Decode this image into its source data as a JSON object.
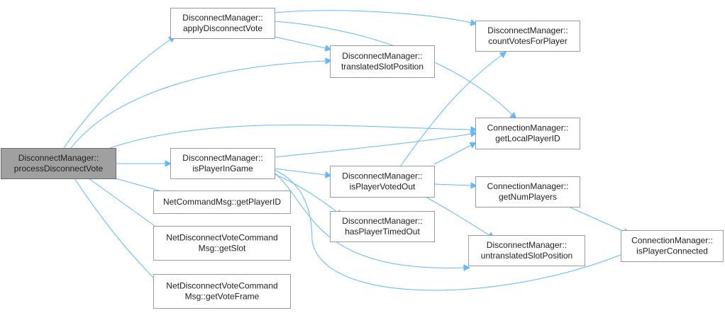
{
  "graph": {
    "nodes": {
      "processDisconnectVote": [
        "DisconnectManager::",
        "processDisconnectVote"
      ],
      "applyDisconnectVote": [
        "DisconnectManager::",
        "applyDisconnectVote"
      ],
      "countVotesForPlayer": [
        "DisconnectManager::",
        "countVotesForPlayer"
      ],
      "translatedSlotPosition": [
        "DisconnectManager::",
        "translatedSlotPosition"
      ],
      "getLocalPlayerID": [
        "ConnectionManager::",
        "getLocalPlayerID"
      ],
      "isPlayerInGame": [
        "DisconnectManager::",
        "isPlayerInGame"
      ],
      "isPlayerVotedOut": [
        "DisconnectManager::",
        "isPlayerVotedOut"
      ],
      "getNumPlayers": [
        "ConnectionManager::",
        "getNumPlayers"
      ],
      "getPlayerID": [
        "NetCommandMsg::getPlayerID"
      ],
      "hasPlayerTimedOut": [
        "DisconnectManager::",
        "hasPlayerTimedOut"
      ],
      "getSlot": [
        "NetDisconnectVoteCommand",
        "Msg::getSlot"
      ],
      "untranslatedSlotPosition": [
        "DisconnectManager::",
        "untranslatedSlotPosition"
      ],
      "isPlayerConnected": [
        "ConnectionManager::",
        "isPlayerConnected"
      ],
      "getVoteFrame": [
        "NetDisconnectVoteCommand",
        "Msg::getVoteFrame"
      ]
    },
    "edges": [
      [
        "processDisconnectVote",
        "applyDisconnectVote"
      ],
      [
        "processDisconnectVote",
        "translatedSlotPosition"
      ],
      [
        "processDisconnectVote",
        "getLocalPlayerID"
      ],
      [
        "processDisconnectVote",
        "isPlayerInGame"
      ],
      [
        "processDisconnectVote",
        "getPlayerID"
      ],
      [
        "processDisconnectVote",
        "getSlot"
      ],
      [
        "processDisconnectVote",
        "getVoteFrame"
      ],
      [
        "applyDisconnectVote",
        "countVotesForPlayer"
      ],
      [
        "applyDisconnectVote",
        "translatedSlotPosition"
      ],
      [
        "applyDisconnectVote",
        "getLocalPlayerID"
      ],
      [
        "isPlayerInGame",
        "getLocalPlayerID"
      ],
      [
        "isPlayerInGame",
        "isPlayerVotedOut"
      ],
      [
        "isPlayerInGame",
        "hasPlayerTimedOut"
      ],
      [
        "isPlayerInGame",
        "untranslatedSlotPosition"
      ],
      [
        "isPlayerInGame",
        "isPlayerConnected"
      ],
      [
        "isPlayerVotedOut",
        "countVotesForPlayer"
      ],
      [
        "isPlayerVotedOut",
        "getLocalPlayerID"
      ],
      [
        "isPlayerVotedOut",
        "getNumPlayers"
      ],
      [
        "isPlayerVotedOut",
        "untranslatedSlotPosition"
      ],
      [
        "getNumPlayers",
        "isPlayerConnected"
      ]
    ]
  }
}
